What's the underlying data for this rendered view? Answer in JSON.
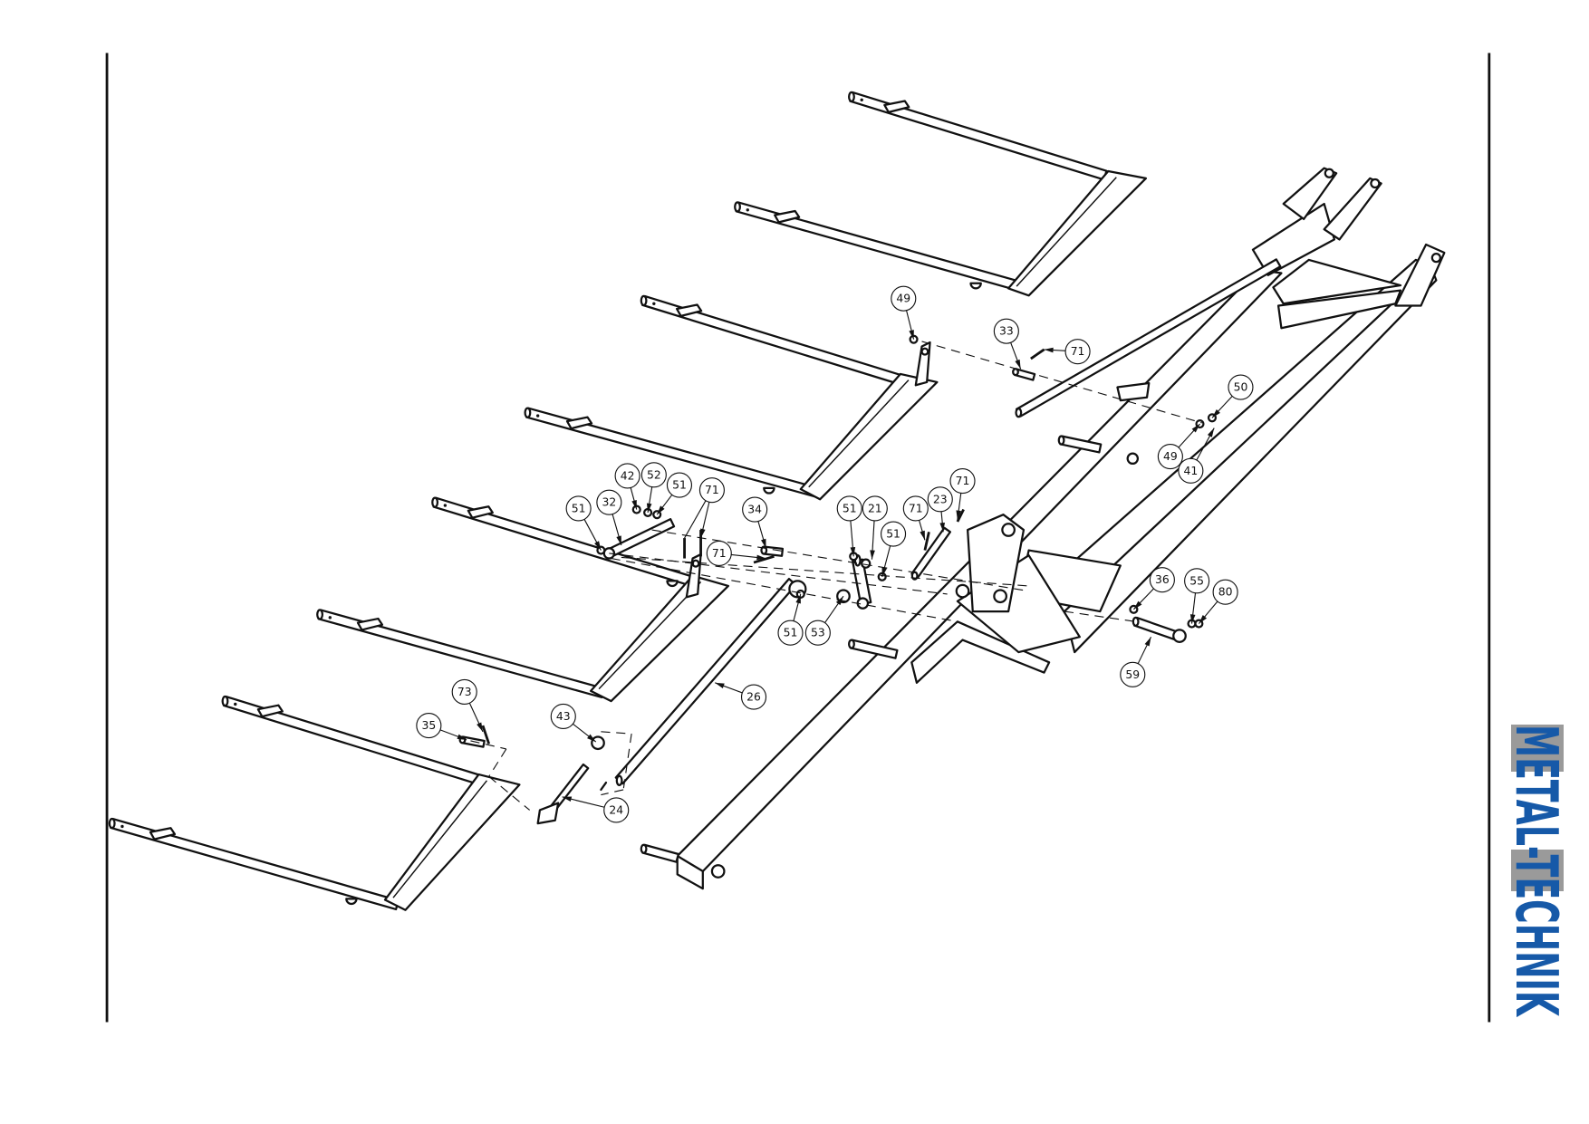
{
  "drawing": {
    "type": "exploded parts diagram",
    "callouts": [
      "49",
      "33",
      "71",
      "50",
      "49",
      "41",
      "42",
      "52",
      "51",
      "71",
      "51",
      "32",
      "34",
      "71",
      "51",
      "21",
      "51",
      "71",
      "23",
      "71",
      "51",
      "53",
      "36",
      "55",
      "80",
      "59",
      "26",
      "73",
      "35",
      "43",
      "24"
    ]
  },
  "logo": {
    "text": "METAL-TECHNIK",
    "highlight_letters": [
      "M",
      "T"
    ],
    "colors": {
      "primary": "#1659a8",
      "box": "#9a9a9a"
    }
  }
}
